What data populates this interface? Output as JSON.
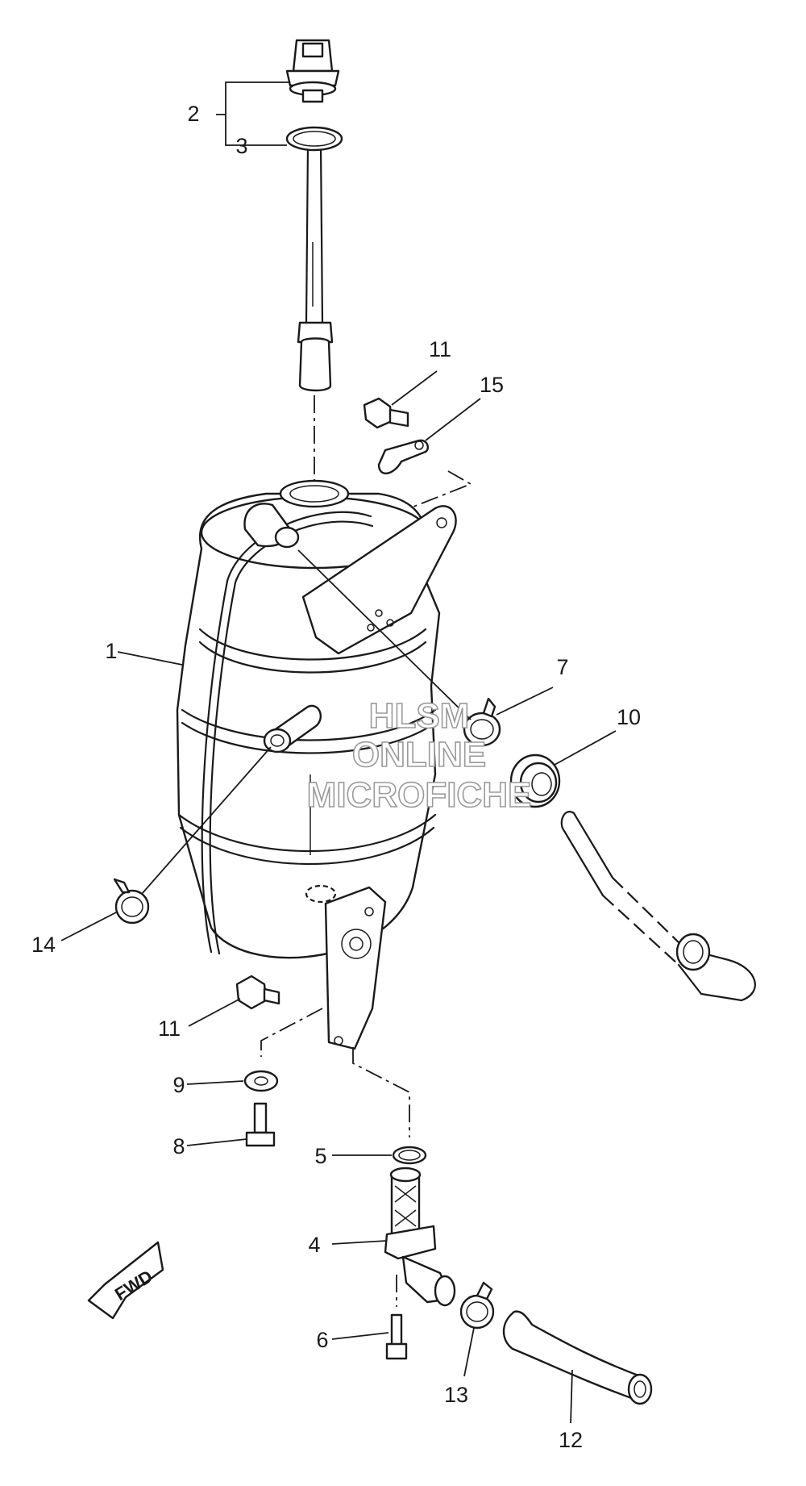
{
  "diagram": {
    "callouts": {
      "c1": "1",
      "c2": "2",
      "c3": "3",
      "c4": "4",
      "c5": "5",
      "c6": "6",
      "c7": "7",
      "c8": "8",
      "c9": "9",
      "c10": "10",
      "c11_top": "11",
      "c11_bottom": "11",
      "c12": "12",
      "c13": "13",
      "c14": "14",
      "c15": "15"
    },
    "fwd_arrow_text": "FWD",
    "watermark": {
      "line1": "HLSM",
      "line2": "ONLINE",
      "line3": "MICROFICHE"
    }
  }
}
